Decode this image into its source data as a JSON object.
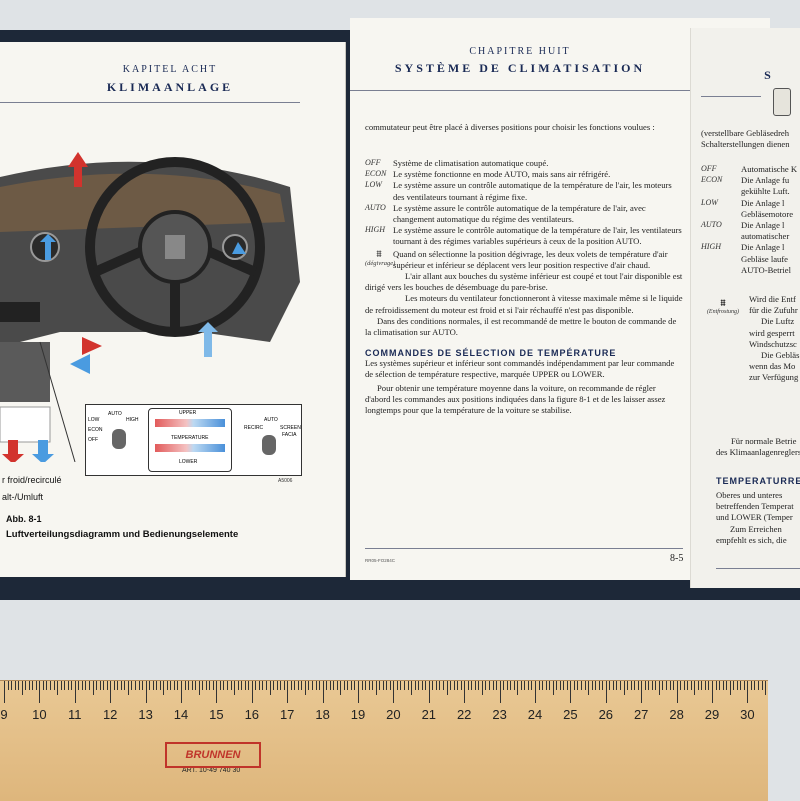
{
  "left_page": {
    "chapter_label": "KAPITEL ACHT",
    "chapter_title": "KLIMAANLAGE",
    "legend_line1": "r froid/recirculé",
    "legend_line2": "alt-/Umluft",
    "figure_number": "Abb. 8-1",
    "figure_caption": "Luftverteilungsdiagramm und Bedienungselemente",
    "panel": {
      "upper": "UPPER",
      "temperature": "TEMPERATURE",
      "lower": "LOWER",
      "auto_left": "AUTO",
      "low": "LOW",
      "high": "HIGH",
      "econ": "ECON",
      "off": "OFF",
      "auto_right": "AUTO",
      "recirc": "RECIRC",
      "screen": "SCREEN",
      "facia": "FACIA",
      "ref": "A5006"
    }
  },
  "right_page": {
    "chapter_label": "CHAPITRE HUIT",
    "chapter_title": "SYSTÈME DE CLIMATISATION",
    "intro": "commutateur peut être placé à diverses positions pour choisir les fonctions voulues :",
    "modes": [
      {
        "term": "OFF",
        "text": "Système de climatisation automatique coupé."
      },
      {
        "term": "ECON",
        "text": "Le système fonctionne en mode AUTO, mais sans air réfrigéré."
      },
      {
        "term": "LOW",
        "text": "Le système assure un contrôle automatique de la température de l'air, les moteurs des ventilateurs tournant à régime fixe."
      },
      {
        "term": "AUTO",
        "text": "Le système assure le contrôle automatique de la température de l'air, avec changement automatique du régime des ventilateurs."
      },
      {
        "term": "HIGH",
        "text": "Le système assure le contrôle automatique de la température de l'air, les ventilateurs tournant à des régimes variables supérieurs à ceux de la position AUTO."
      }
    ],
    "defrost_label": "(dégivrage)",
    "defrost_text": "Quand on sélectionne la position dégivrage, les deux volets de température d'air supérieur et inférieur se déplacent vers leur position respective d'air chaud.",
    "para_lower": "L'air allant aux bouches du système inférieur est coupé et tout l'air disponible est dirigé vers les bouches de désembuage du pare-brise.",
    "para_fans": "Les moteurs du ventilateur fonctionneront à vitesse maximale même si le liquide de refroidissement du moteur est froid et si l'air réchauffé n'est pas disponible.",
    "para_normal": "Dans des conditions normales, il est recommandé de mettre le bouton de commande de la climatisation sur AUTO.",
    "section_heading": "COMMANDES DE SÉLECTION DE TEMPÉRATURE",
    "section_p1": "Les systèmes supérieur et inférieur sont commandés indépendamment par leur commande de sélection de température respective, marquée UPPER ou LOWER.",
    "section_p2": "Pour obtenir une température moyenne dans la voiture, on recommande de régler d'abord les commandes aux positions indiquées dans la figure 8-1 et de les laisser assez longtemps pour que la température de la voiture se stabilise.",
    "footer_code": "RR05-FO284C",
    "page_number": "8-5"
  },
  "far_page": {
    "chapter_fragment": "S",
    "lines": [
      "(verstellbare Gebläsedreh",
      "Schalterstellungen dienen"
    ],
    "modes": [
      {
        "term": "OFF",
        "text": "Automatische K"
      },
      {
        "term": "ECON",
        "text": "Die Anlage fu"
      },
      {
        "term": "",
        "text": "gekühlte Luft."
      },
      {
        "term": "LOW",
        "text": "Die Anlage l"
      },
      {
        "term": "",
        "text": "Gebläsemotore"
      },
      {
        "term": "AUTO",
        "text": "Die Anlage l"
      },
      {
        "term": "",
        "text": "automatischer"
      },
      {
        "term": "HIGH",
        "text": "Die Anlage l"
      },
      {
        "term": "",
        "text": "Gebläse laufe"
      },
      {
        "term": "",
        "text": "AUTO-Betriel"
      }
    ],
    "defrost_label": "(Entfrostung)",
    "defrost_lines": [
      "Wird die Entf",
      "für die Zufuhr",
      "Die Luftz",
      "wird gesperrt",
      "Windschutzsc",
      "Die Gebläs",
      "wenn das Mo",
      "zur Verfügung",
      "Für normale Betrie",
      "des Klimaanlagenreglers"
    ],
    "heading": "TEMPERATURRE",
    "section_lines": [
      "Oberes und unteres",
      "betreffenden Temperat",
      "und LOWER (Temper",
      "Zum Erreichen",
      "empfehlt es sich, die"
    ]
  },
  "ruler": {
    "numbers": [
      "9",
      "10",
      "11",
      "12",
      "13",
      "14",
      "15",
      "16",
      "17",
      "18",
      "19",
      "20",
      "21",
      "22",
      "23",
      "24",
      "25",
      "26",
      "27",
      "28",
      "29",
      "30"
    ],
    "brand": "BRUNNEN",
    "article": "ART. 10-49 740 30"
  }
}
